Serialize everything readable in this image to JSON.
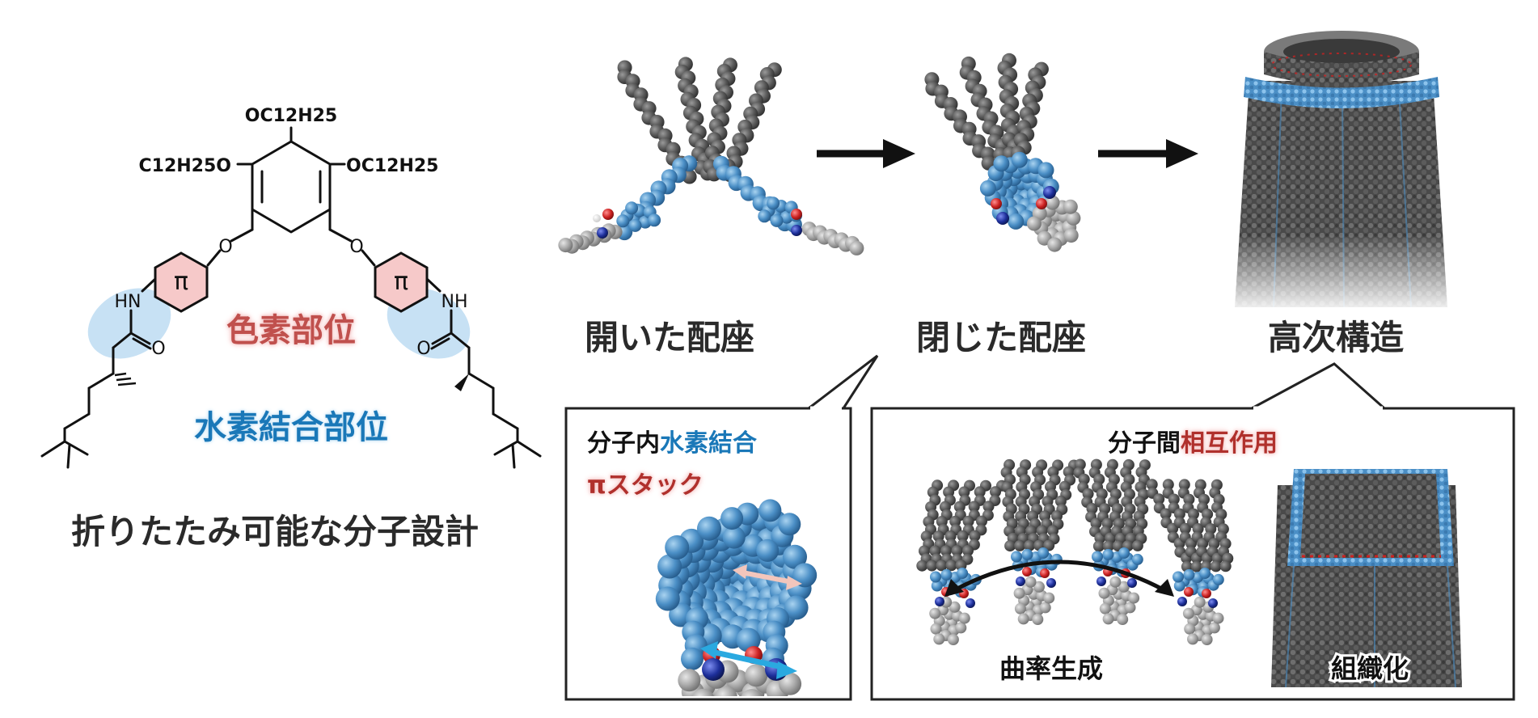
{
  "molecule": {
    "substituents": {
      "top": "OC12H25",
      "left": "C12H25O",
      "right": "OC12H25"
    },
    "atoms": {
      "o_left": "O",
      "o_right": "O",
      "nh_left": "HN",
      "nh_right": "NH",
      "carbonyl_o_left": "O",
      "carbonyl_o_right": "O",
      "pi_left": "π",
      "pi_right": "π"
    },
    "label_dye": "色素部位",
    "label_hbond": "水素結合部位",
    "caption": "折りたたみ可能な分子設計"
  },
  "flow": {
    "stages": [
      {
        "label": "開いた配座"
      },
      {
        "label": "閉じた配座"
      },
      {
        "label": "高次構造"
      }
    ]
  },
  "intra_panel": {
    "title_part1": "分子内",
    "title_part2": "水素結合",
    "subtitle": "πスタック"
  },
  "inter_panel": {
    "title_part1": "分子間",
    "title_part2": "相互作用",
    "label_curvature": "曲率生成",
    "label_organization": "組織化"
  },
  "colors": {
    "dye_blue": "#4b8fc6",
    "alkyl_gray": "#5e5e5e",
    "terminal_gray": "#a8a8a8",
    "oxygen_red": "#cc2222",
    "nitrogen_blue": "#1d2f9a",
    "pink_highlight": "#f6c9c9",
    "blue_highlight": "#bddcf2",
    "hbond_label_blue": "#1a78b8",
    "arrow_pink": "#f3c6bc",
    "arrow_cyan": "#2aa9e0"
  },
  "icons": [
    "arrow-right-icon",
    "double-arrow-icon",
    "callout-pointer-icon"
  ]
}
